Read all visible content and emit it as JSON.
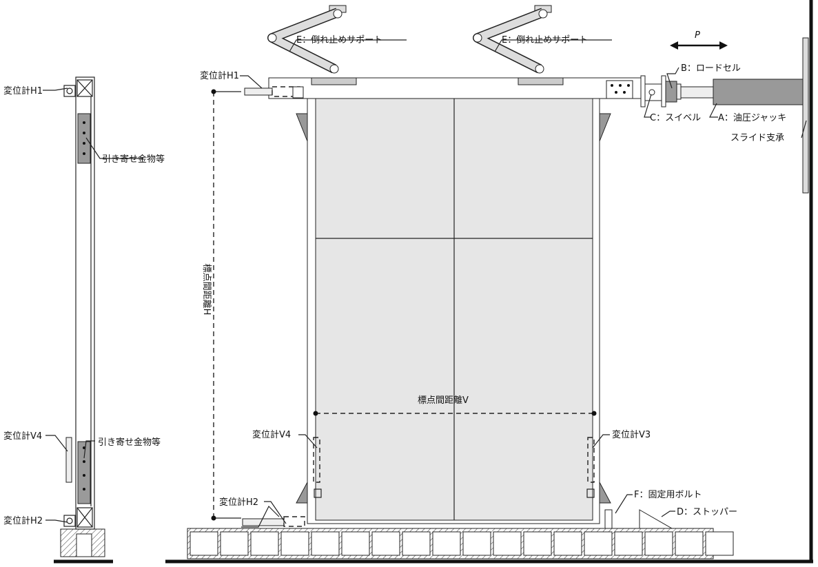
{
  "labels": {
    "support_left": "E：倒れ止めサポート",
    "support_right": "E：倒れ止めサポート",
    "load_direction": "P",
    "h1_side": "変位計H1",
    "h1_front": "変位計H1",
    "load_cell": "B：ロードセル",
    "swivel": "C：スイベル",
    "jack": "A：油圧ジャッキ",
    "slide_bearing": "スライド支承",
    "holdown_top": "引き寄せ金物等",
    "holdown_bottom": "引き寄せ金物等",
    "gauge_length_h": "標点間距離H",
    "gauge_length_v": "標点間距離V",
    "v4_side": "変位計V4",
    "v4_front": "変位計V4",
    "v3_front": "変位計V3",
    "h2_side": "変位計H2",
    "h2_front": "変位計H2",
    "anchor_bolt": "F：固定用ボルト",
    "stopper": "D：ストッパー"
  },
  "colors": {
    "panel": "#e6e6e6",
    "metal": "#9a9a9a",
    "line": "#222222"
  }
}
